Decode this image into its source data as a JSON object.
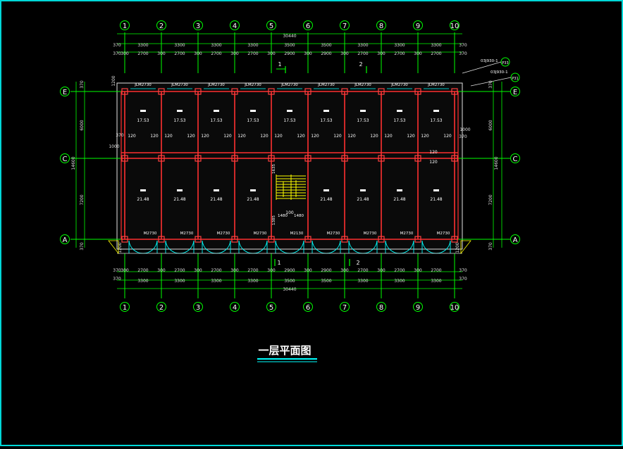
{
  "title": "一层平面图",
  "colors": {
    "frame": "#00d8d8",
    "grid": "#00ff00",
    "dim": "#e0e0e0",
    "wall": "#ff3030",
    "column": "#ff4040",
    "door": "#00ffff",
    "stair": "#ffff00",
    "text": "#ffffff"
  },
  "axes_x": [
    "1",
    "2",
    "3",
    "4",
    "5",
    "6",
    "7",
    "8",
    "9",
    "10"
  ],
  "axes_y": [
    "E",
    "C",
    "A"
  ],
  "dims": {
    "overall": "30440",
    "bay": "3300",
    "bay_wide": "3500",
    "edge": "370",
    "col": "300",
    "net": "2700",
    "net_wide": "2900",
    "depth_total": "14600",
    "depth_top": "6000",
    "depth_bottom": "7200",
    "cantilever": "1000",
    "bottom_strip": "1200"
  },
  "windows_top": [
    "JLM2730",
    "JLM2730",
    "JLM2730",
    "JLM2730",
    "JLM2730",
    "JLM2730",
    "JLM2730",
    "JLM2730",
    "JLM2730"
  ],
  "doors_bottom": [
    "M2730",
    "M2730",
    "M2730",
    "M2730",
    "M2130",
    "M2730",
    "M2730",
    "M2730",
    "M2730"
  ],
  "room_areas_top": [
    "17.53",
    "17.53",
    "17.53",
    "17.53",
    "17.53",
    "17.53",
    "17.53",
    "17.53",
    "17.53"
  ],
  "room_areas_bottom": [
    "21.48",
    "21.48",
    "21.48",
    "21.48",
    "",
    "21.48",
    "21.48",
    "21.48",
    "21.48"
  ],
  "wall_offset": "120",
  "section_marks": [
    "1",
    "2"
  ],
  "stair_labels": [
    "1635",
    "100",
    "1480",
    "1480",
    "1385"
  ],
  "details": [
    "03J930-1",
    "03J930-1",
    "P33",
    "P31"
  ]
}
